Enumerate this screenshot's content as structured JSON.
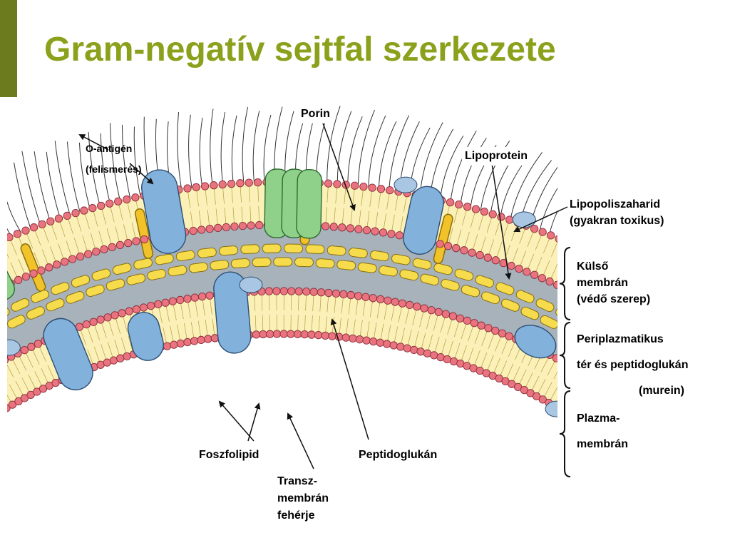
{
  "title": "Gram-negatív sejtfal szerkezete",
  "colors": {
    "title": "#8ba11b",
    "accent_bar": "#6b7b1e",
    "phospholipid_head": "#e9737f",
    "bilayer_core": "#fbf1b8",
    "lipoprotein": "#f2c22a",
    "peptidoglycan": "#f6dc4c",
    "periplasm": "#a7b2bb",
    "porin": "#8fd08b",
    "membrane_protein": "#82b1dc"
  },
  "icons": [
    "bracket-outer-membrane",
    "bracket-periplasm",
    "bracket-plasma-membrane",
    "arrow"
  ],
  "labels": {
    "porin": "Porin",
    "o_antigen_1": "O-antigén",
    "o_antigen_2": "(felismerés)",
    "lipoprotein": "Lipoprotein",
    "lps_1": "Lipopoliszaharid",
    "lps_2": "(gyakran toxikus)",
    "outer_1": "Külső",
    "outer_2": "membrán",
    "outer_3": "(védő szerep)",
    "periplasm_1": "Periplazmatikus",
    "periplasm_2": "tér és peptidoglukán",
    "periplasm_3": "(murein)",
    "plasma_1": "Plazma-",
    "plasma_2": "membrán",
    "phospholipid": "Foszfolipid",
    "peptidoglycan": "Peptidoglukán",
    "transmembrane_1": "Transz-",
    "transmembrane_2": "membrán",
    "transmembrane_3": "fehérje"
  }
}
